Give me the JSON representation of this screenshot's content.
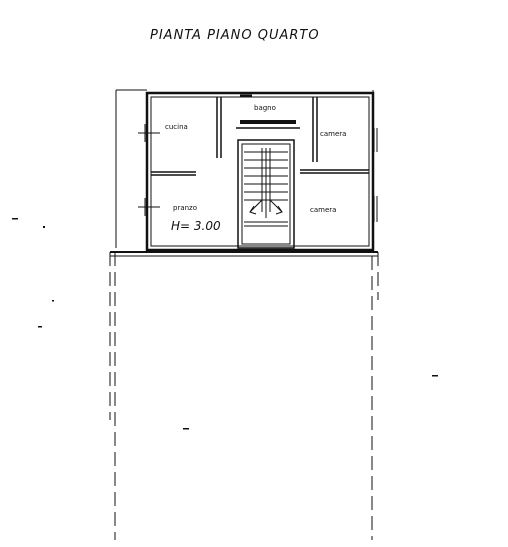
{
  "title": "PIANTA  PIANO  QUARTO",
  "rooms": {
    "cucina": "cucina",
    "bagno": "bagno",
    "camera_top": "camera",
    "pranzo": "pranzo",
    "camera_bottom": "camera"
  },
  "height_label": "H= 3.00"
}
